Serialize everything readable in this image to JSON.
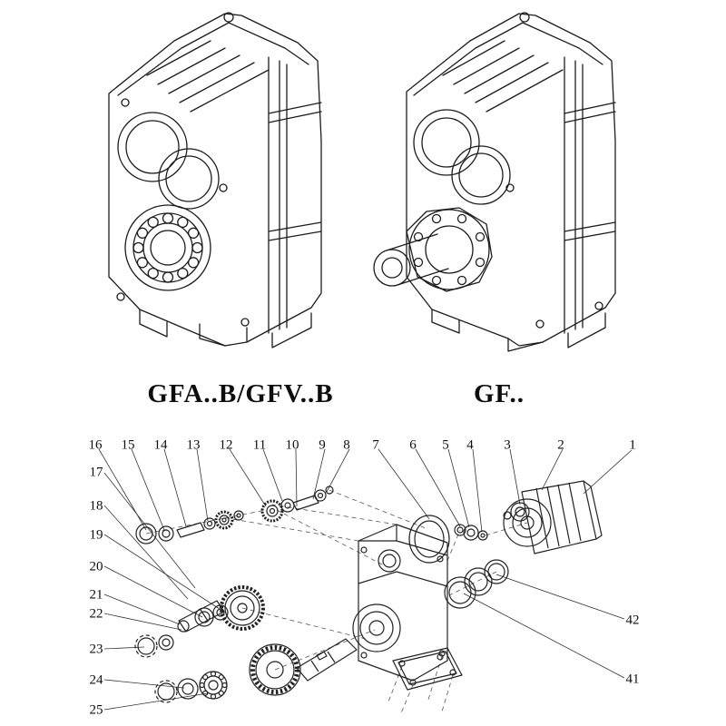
{
  "figures": {
    "left_label": "GFA..B/GFV..B",
    "right_label": "GF.."
  },
  "exploded": {
    "top_row": [
      "16",
      "15",
      "14",
      "13",
      "12",
      "11",
      "10",
      "9",
      "8",
      "7",
      "6",
      "5",
      "4",
      "3",
      "2",
      "1"
    ],
    "left_column": [
      "17",
      "18",
      "19",
      "20",
      "21",
      "22",
      "23",
      "24",
      "25"
    ],
    "right_column": [
      "42",
      "41"
    ]
  },
  "colors": {
    "line": "#1c1c1c",
    "background": "#ffffff"
  }
}
